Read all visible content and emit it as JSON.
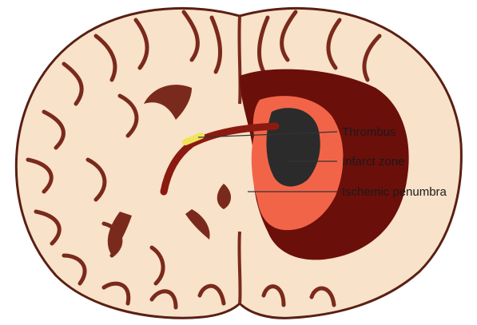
{
  "labels": {
    "thrombus": "Thrombus",
    "infarct_zone": "Infarct zone",
    "ischemic_penumbra": "Ischemic penumbra"
  },
  "colors": {
    "background": "#ffffff",
    "brain_tissue": "#f8e2c9",
    "brain_outline": "#5a1f14",
    "sulci": "#7a2a1c",
    "ventricle": "#7a2a1c",
    "outer_infarct_region": "#6b0f0a",
    "ischemic_penumbra": "#f26448",
    "infarct_core": "#2b2b2b",
    "artery": "#8b1a10",
    "thrombus": "#f0e35a",
    "callout_line": "#333333"
  }
}
